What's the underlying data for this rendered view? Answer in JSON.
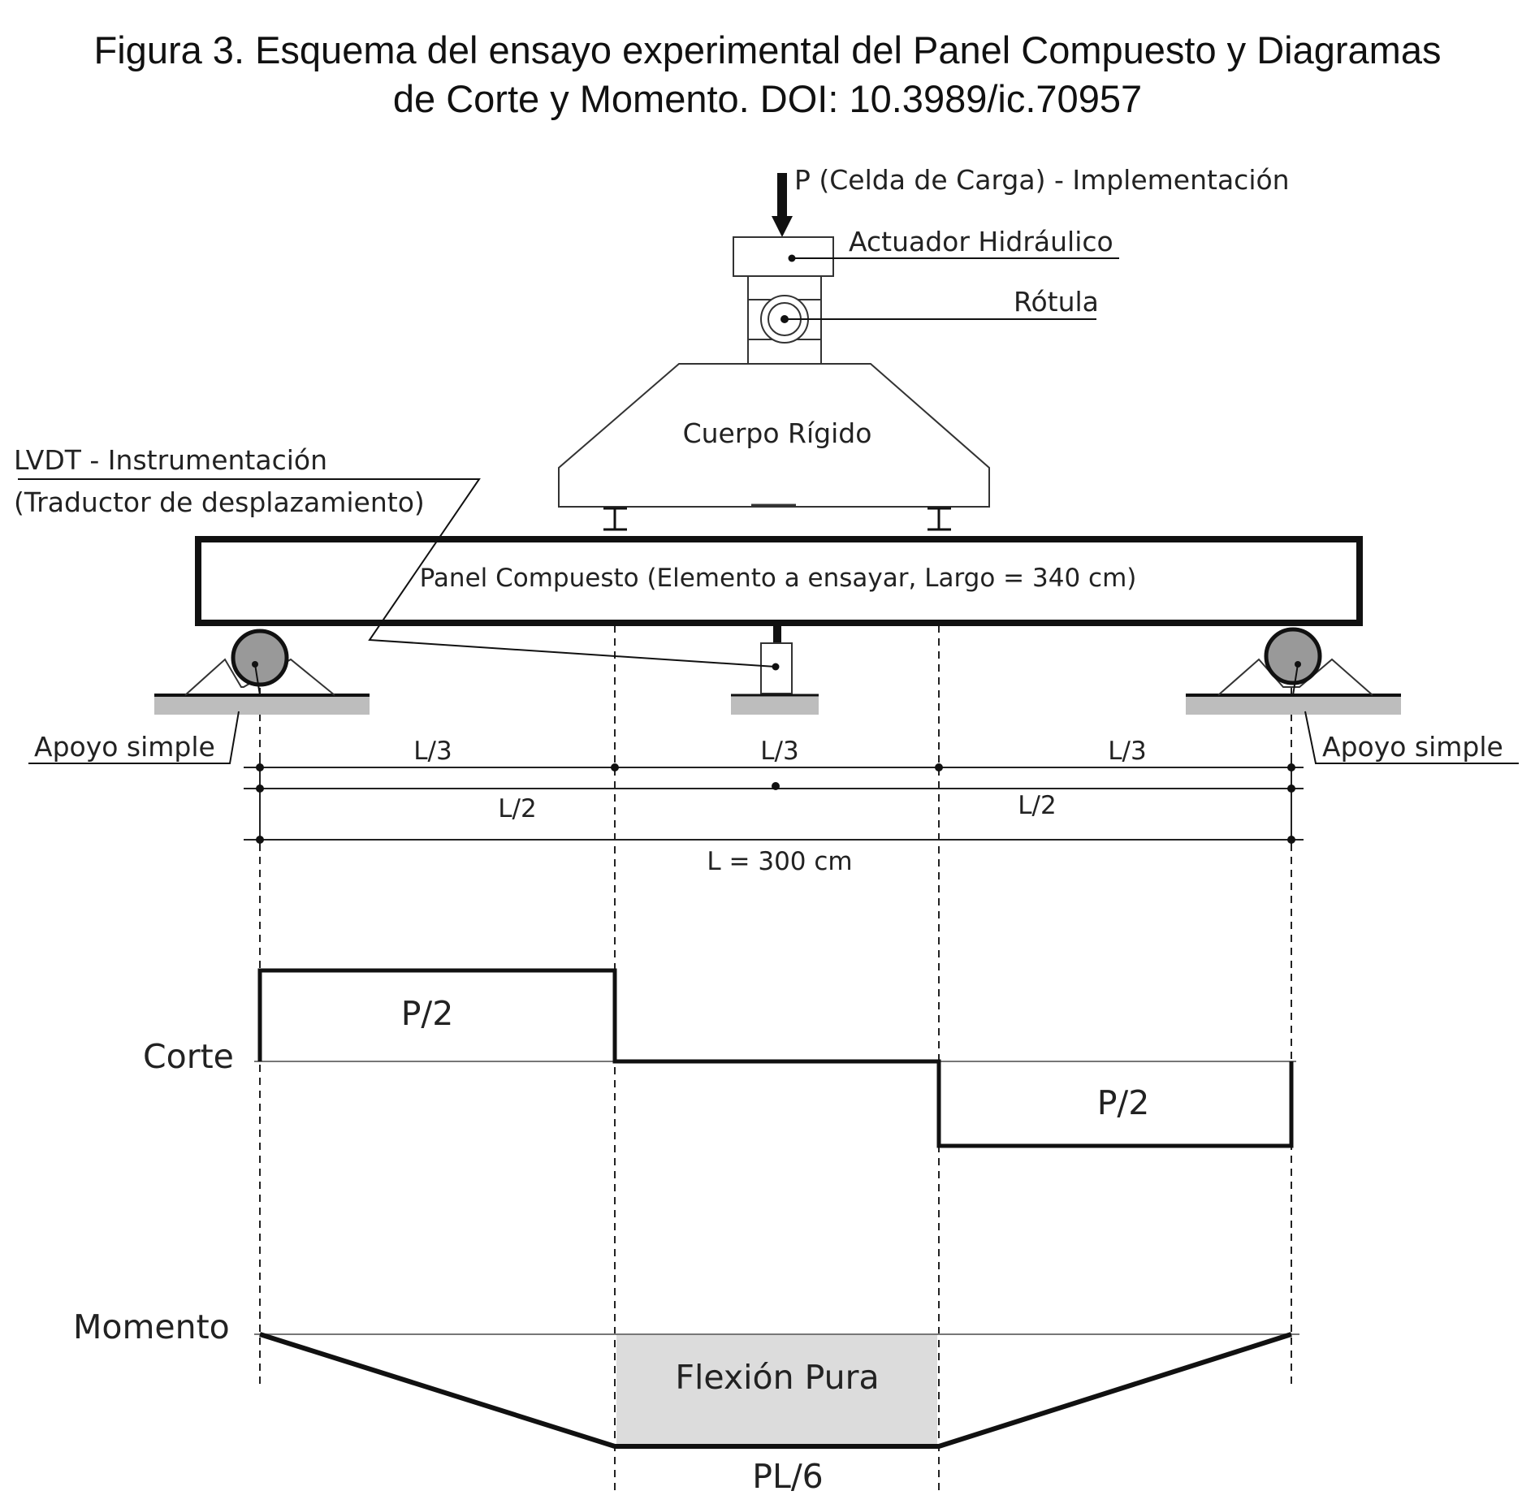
{
  "caption": {
    "line1": "Figura 3. Esquema del ensayo experimental del Panel Compuesto y Diagramas",
    "line2": "de Corte y Momento. DOI: 10.3989/ic.70957"
  },
  "labels": {
    "load": "P (Celda de Carga) - Implementación",
    "actuator": "Actuador Hidráulico",
    "hinge": "Rótula",
    "rigid_body": "Cuerpo Rígido",
    "lvdt_line1": "LVDT - Instrumentación",
    "lvdt_line2": "(Traductor de desplazamiento)",
    "panel": "Panel Compuesto (Elemento a ensayar, Largo = 340 cm)",
    "support_left": "Apoyo simple",
    "support_right": "Apoyo simple",
    "third_1": "L/3",
    "third_2": "L/3",
    "third_3": "L/3",
    "half_1": "L/2",
    "half_2": "L/2",
    "span": "L = 300 cm",
    "shear_title": "Corte",
    "shear_pos": "P/2",
    "shear_neg": "P/2",
    "moment_title": "Momento",
    "pure_bending": "Flexión Pura",
    "moment_max": "PL/6"
  }
}
